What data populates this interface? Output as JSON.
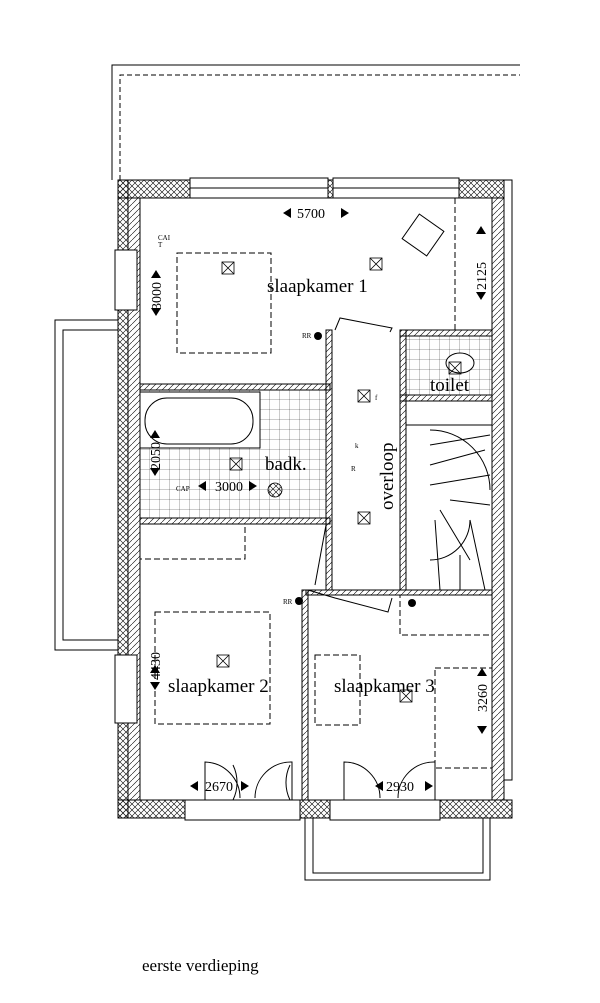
{
  "caption": "eerste verdieping",
  "rooms": {
    "slaapkamer1": "slaapkamer 1",
    "slaapkamer2": "slaapkamer 2",
    "slaapkamer3": "slaapkamer 3",
    "badkamer": "badk.",
    "toilet": "toilet",
    "overloop": "overloop"
  },
  "dimensions": {
    "width_top": "5700",
    "sk1_left": "3000",
    "sk1_right": "2125",
    "bath_left": "2050",
    "bath_width": "3000",
    "sk2_left": "4430",
    "sk2_bottom": "2670",
    "sk3_bottom": "2930",
    "sk3_right": "3260"
  },
  "symbols": {
    "cai": "CAI",
    "t": "T",
    "rr": "RR",
    "cap": "CAP",
    "f": "f",
    "k": "k",
    "r": "R"
  }
}
